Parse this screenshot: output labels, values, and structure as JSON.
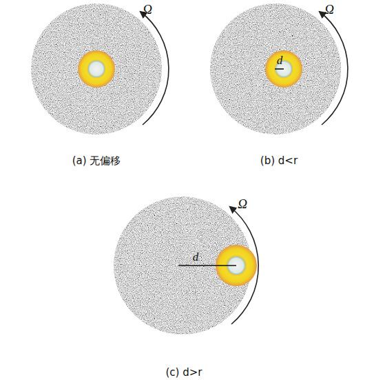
{
  "diagram": {
    "labels": [
      "Ω",
      "(a) 无偏移",
      "Ω",
      "d",
      "(b) d<r",
      "Ω",
      "d",
      "(c) d>r"
    ]
  }
}
